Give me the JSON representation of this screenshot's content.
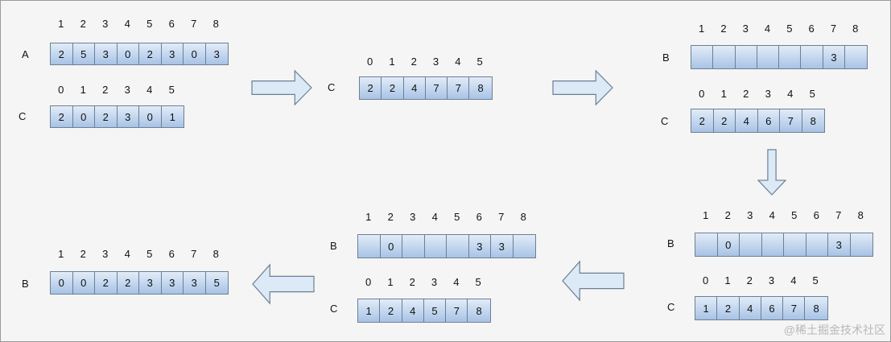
{
  "panels": [
    {
      "id": "p1",
      "rows": [
        {
          "label": "A",
          "indices": [
            "1",
            "2",
            "3",
            "4",
            "5",
            "6",
            "7",
            "8"
          ],
          "values": [
            "2",
            "5",
            "3",
            "0",
            "2",
            "3",
            "0",
            "3"
          ]
        },
        {
          "label": "C",
          "indices": [
            "0",
            "1",
            "2",
            "3",
            "4",
            "5"
          ],
          "values": [
            "2",
            "0",
            "2",
            "3",
            "0",
            "1"
          ]
        }
      ]
    },
    {
      "id": "p2",
      "rows": [
        {
          "label": "C",
          "indices": [
            "0",
            "1",
            "2",
            "3",
            "4",
            "5"
          ],
          "values": [
            "2",
            "2",
            "4",
            "7",
            "7",
            "8"
          ]
        }
      ]
    },
    {
      "id": "p3",
      "rows": [
        {
          "label": "B",
          "indices": [
            "1",
            "2",
            "3",
            "4",
            "5",
            "6",
            "7",
            "8"
          ],
          "values": [
            "",
            "",
            "",
            "",
            "",
            "",
            "3",
            ""
          ]
        },
        {
          "label": "C",
          "indices": [
            "0",
            "1",
            "2",
            "3",
            "4",
            "5"
          ],
          "values": [
            "2",
            "2",
            "4",
            "6",
            "7",
            "8"
          ]
        }
      ]
    },
    {
      "id": "p4",
      "rows": [
        {
          "label": "B",
          "indices": [
            "1",
            "2",
            "3",
            "4",
            "5",
            "6",
            "7",
            "8"
          ],
          "values": [
            "",
            "0",
            "",
            "",
            "",
            "",
            "3",
            ""
          ]
        },
        {
          "label": "C",
          "indices": [
            "0",
            "1",
            "2",
            "3",
            "4",
            "5"
          ],
          "values": [
            "1",
            "2",
            "4",
            "6",
            "7",
            "8"
          ]
        }
      ]
    },
    {
      "id": "p5",
      "rows": [
        {
          "label": "B",
          "indices": [
            "1",
            "2",
            "3",
            "4",
            "5",
            "6",
            "7",
            "8"
          ],
          "values": [
            "",
            "0",
            "",
            "",
            "",
            "3",
            "3",
            ""
          ]
        },
        {
          "label": "C",
          "indices": [
            "0",
            "1",
            "2",
            "3",
            "4",
            "5"
          ],
          "values": [
            "1",
            "2",
            "4",
            "5",
            "7",
            "8"
          ]
        }
      ]
    },
    {
      "id": "p6",
      "rows": [
        {
          "label": "B",
          "indices": [
            "1",
            "2",
            "3",
            "4",
            "5",
            "6",
            "7",
            "8"
          ],
          "values": [
            "0",
            "0",
            "2",
            "2",
            "3",
            "3",
            "3",
            "5"
          ]
        }
      ]
    }
  ],
  "arrows": [
    {
      "name": "arrow-right-1",
      "direction": "right"
    },
    {
      "name": "arrow-right-2",
      "direction": "right"
    },
    {
      "name": "arrow-down",
      "direction": "down"
    },
    {
      "name": "arrow-left-1",
      "direction": "left"
    },
    {
      "name": "arrow-left-2",
      "direction": "left"
    }
  ],
  "watermark": "@稀土掘金技术社区",
  "colors": {
    "cell_top": "#e2ecf8",
    "cell_bottom": "#a8c3e6",
    "cell_border": "#6d7f93",
    "arrow_fill": "#dce9f7",
    "arrow_stroke": "#6d7f93"
  }
}
